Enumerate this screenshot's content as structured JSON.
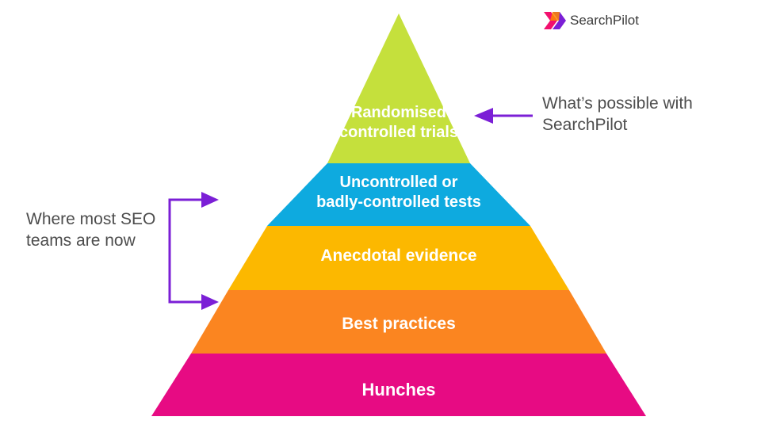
{
  "brand": {
    "name": "SearchPilot",
    "icon": "searchpilot-logo-icon"
  },
  "pyramid": {
    "tiers": [
      {
        "label_lines": [
          "Randomised",
          "controlled trials"
        ],
        "color": "#c5e03c"
      },
      {
        "label_lines": [
          "Uncontrolled or",
          "badly-controlled tests"
        ],
        "color": "#0eaadf"
      },
      {
        "label_lines": [
          "Anecdotal evidence"
        ],
        "color": "#fcb800"
      },
      {
        "label_lines": [
          "Best practices"
        ],
        "color": "#fb8520"
      },
      {
        "label_lines": [
          "Hunches"
        ],
        "color": "#e70b83"
      }
    ]
  },
  "annotations": {
    "possible": {
      "lines": [
        "What’s possible with",
        "SearchPilot"
      ]
    },
    "current": {
      "lines": [
        "Where most SEO",
        "teams are now"
      ]
    },
    "arrow_color": "#7b1fd6"
  }
}
